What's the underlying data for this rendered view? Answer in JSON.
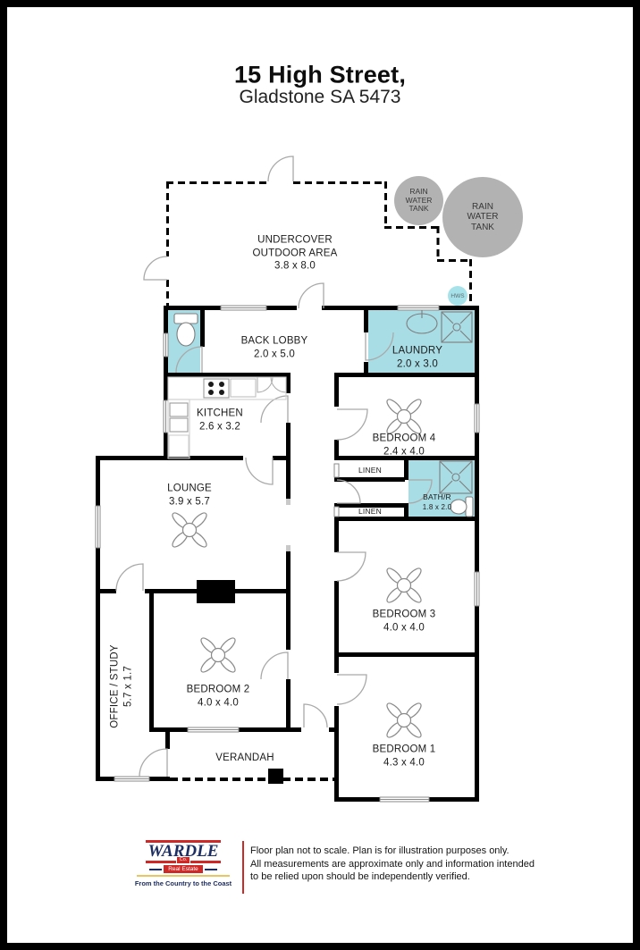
{
  "title": {
    "line1": "15 High Street,",
    "line2": "Gladstone SA 5473"
  },
  "colors": {
    "teal": "#a9dde6",
    "hws": "#a7e2ea",
    "tank": "#b2b2b2",
    "wall": "#000000",
    "red": "#ce2827",
    "navy": "#1d2e63",
    "gold": "#e9c65f"
  },
  "outdoor": {
    "name": "UNDERCOVER\nOUTDOOR AREA",
    "dims": "3.8 x 8.0"
  },
  "tanks": {
    "small": "RAIN\nWATER\nTANK",
    "large": "RAIN\nWATER\nTANK"
  },
  "hws_label": "HWS",
  "rooms": {
    "back_lobby": {
      "name": "BACK LOBBY",
      "dims": "2.0 x 5.0"
    },
    "laundry": {
      "name": "LAUNDRY",
      "dims": "2.0 x 3.0"
    },
    "kitchen": {
      "name": "KITCHEN",
      "dims": "2.6 x 3.2"
    },
    "bedroom4": {
      "name": "BEDROOM 4",
      "dims": "2.4 x 4.0"
    },
    "bathroom": {
      "name": "BATH/R",
      "dims": "1.8 x 2.0"
    },
    "lounge": {
      "name": "LOUNGE",
      "dims": "3.9 x 5.7"
    },
    "bedroom3": {
      "name": "BEDROOM 3",
      "dims": "4.0 x 4.0"
    },
    "office": {
      "name": "OFFICE / STUDY",
      "dims": "5.7 x 1.7"
    },
    "bedroom2": {
      "name": "BEDROOM 2",
      "dims": "4.0 x 4.0"
    },
    "bedroom1": {
      "name": "BEDROOM 1",
      "dims": "4.3 x 4.0"
    },
    "linen_top": "LINEN",
    "linen_bottom": "LINEN",
    "verandah": "VERANDAH"
  },
  "footer": {
    "logo": {
      "brand": "WARDLE",
      "co": "Co.",
      "division": "Real Estate",
      "tagline": "From the Country to the Coast"
    },
    "disclaimer": [
      "Floor plan not to scale. Plan is for illustration purposes only.",
      "All measurements are approximate only and information intended",
      "to be relied upon should be independently verified."
    ]
  }
}
